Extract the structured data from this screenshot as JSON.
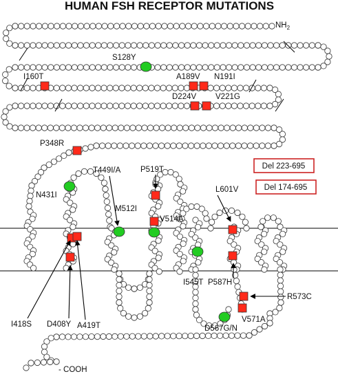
{
  "title": "HUMAN FSH RECEPTOR MUTATIONS",
  "termini": {
    "n": "NH",
    "n_sub": "2",
    "c": "- COOH"
  },
  "colors": {
    "activating": "#ff2a1a",
    "inactivating": "#22cc22",
    "outline": "#cc2222"
  },
  "deletions": [
    "Del 223-695",
    "Del 174-695"
  ],
  "mutations": [
    {
      "label": "S128Y",
      "type": "green"
    },
    {
      "label": "I160T",
      "type": "red"
    },
    {
      "label": "A189V",
      "type": "red"
    },
    {
      "label": "N191I",
      "type": "red"
    },
    {
      "label": "D224V",
      "type": "red"
    },
    {
      "label": "V221G",
      "type": "red"
    },
    {
      "label": "P348R",
      "type": "red"
    },
    {
      "label": "N431I",
      "type": "green"
    },
    {
      "label": "T449I/A",
      "type": "green"
    },
    {
      "label": "P519T",
      "type": "red"
    },
    {
      "label": "M512I",
      "type": "green"
    },
    {
      "label": "V514A",
      "type": "red"
    },
    {
      "label": "L601V",
      "type": "red"
    },
    {
      "label": "I545T",
      "type": "green"
    },
    {
      "label": "P587H",
      "type": "red"
    },
    {
      "label": "R573C",
      "type": "red"
    },
    {
      "label": "V571A",
      "type": "red"
    },
    {
      "label": "D567G/N",
      "type": "green"
    },
    {
      "label": "I418S",
      "type": "red"
    },
    {
      "label": "D408Y",
      "type": "red"
    },
    {
      "label": "A419T",
      "type": "red"
    }
  ]
}
